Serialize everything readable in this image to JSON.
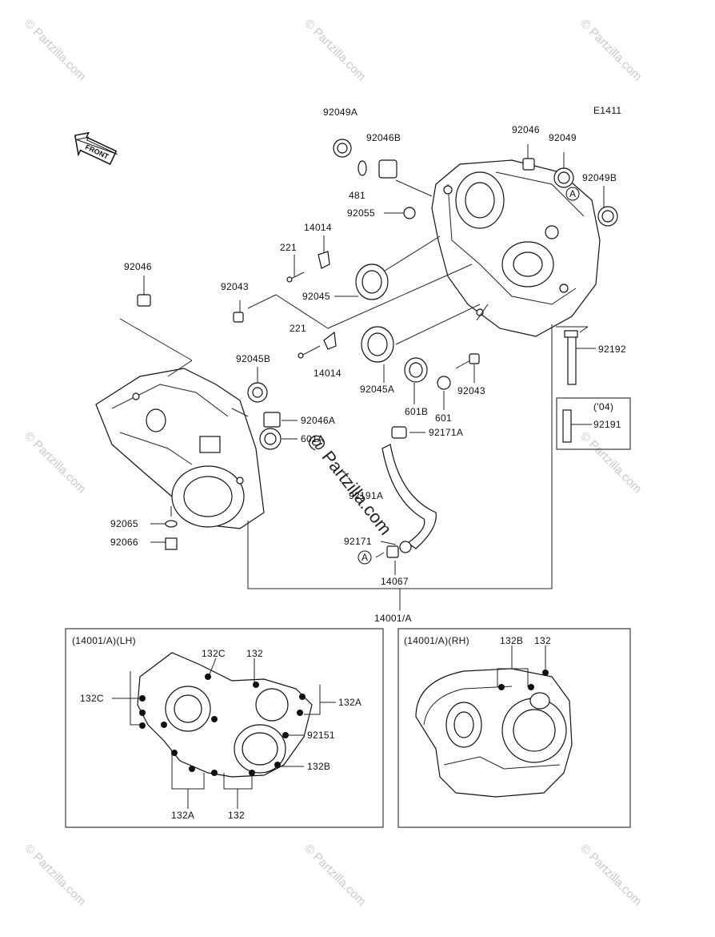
{
  "diagram": {
    "code": "E1411",
    "front_label": "FRONT",
    "watermark": "© Partzilla.com",
    "center_watermark": "@ Partzilla.com",
    "assembly_label": "14001/A",
    "note_04": "('04)",
    "labels": {
      "p92049A": "92049A",
      "p92046B": "92046B",
      "p481": "481",
      "p92055": "92055",
      "p92046_top": "92046",
      "p92049": "92049",
      "p92049B": "92049B",
      "p14014_a": "14014",
      "p221_a": "221",
      "p92043_a": "92043",
      "p92045": "92045",
      "p92046_left": "92046",
      "p221_b": "221",
      "p14014_b": "14014",
      "p92045A": "92045A",
      "p601B": "601B",
      "p601": "601",
      "p92043_b": "92043",
      "p92192": "92192",
      "p92191": "92191",
      "p92045B": "92045B",
      "p92046A": "92046A",
      "p601A": "601A",
      "p92171A": "92171A",
      "p92191A": "92191A",
      "p92065": "92065",
      "p92066": "92066",
      "p92171": "92171",
      "p14067": "14067",
      "circleA_1": "A",
      "circleA_2": "A"
    },
    "lh_box": {
      "title": "(14001/A)(LH)",
      "l132C_top": "132C",
      "l132_top": "132",
      "l132C_left": "132C",
      "l132A_right": "132A",
      "l92151": "92151",
      "l132B": "132B",
      "l132A_bottom": "132A",
      "l132_bottom": "132"
    },
    "rh_box": {
      "title": "(14001/A)(RH)",
      "l132B": "132B",
      "l132": "132"
    }
  }
}
